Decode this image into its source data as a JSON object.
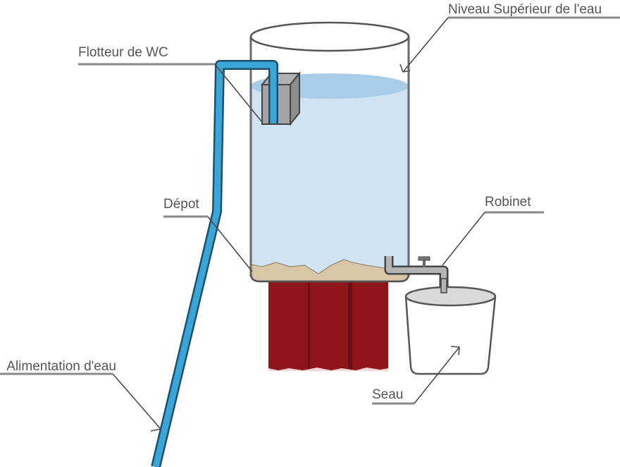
{
  "title": "Filtre à eau avec réservoir et flotteur",
  "labels": {
    "top_level": "Niveau Supérieur de l'eau",
    "float": "Flotteur de WC",
    "deposit": "Dépot",
    "tap": "Robinet",
    "supply": "Alimentation d'eau",
    "bucket": "Seau"
  },
  "colors": {
    "water": "#cfe3f2",
    "water_surface": "#a9cde8",
    "pipe": "#3aa6d8",
    "pipe_outline": "#1e4f6e",
    "sand": "#d8c7a6",
    "brick": "#8e161a",
    "brick_dark": "#6a0f12",
    "metal": "#a8a8a8",
    "outline": "#555555"
  }
}
